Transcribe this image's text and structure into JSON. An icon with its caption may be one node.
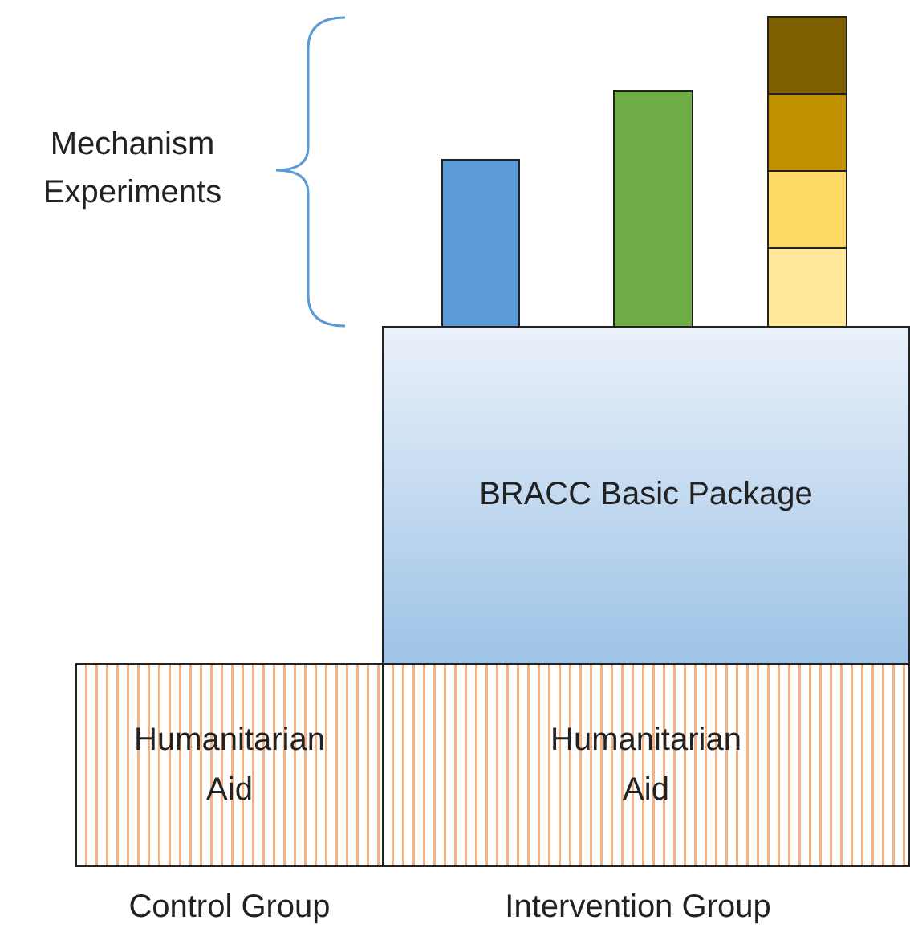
{
  "diagram": {
    "nodes": [
      {
        "text": [
          "BRACC Basic Package"
        ]
      },
      {
        "text": [
          "Humanitarian Aid"
        ],
        "beside": [
          "Control Group"
        ]
      },
      {
        "text": [
          "Humanitarian Aid"
        ],
        "beside": [
          "Intervention Group"
        ]
      },
      {
        "text": [],
        "shape": "bar"
      },
      {
        "text": [],
        "shape": "bar"
      },
      {
        "text": [],
        "shape": "bar"
      },
      {
        "text": [],
        "shape": "bar"
      },
      {
        "text": [],
        "shape": "bar"
      },
      {
        "text": [],
        "shape": "bar"
      }
    ],
    "edges": [],
    "labels": [
      "Mechanism Experiments"
    ]
  }
}
